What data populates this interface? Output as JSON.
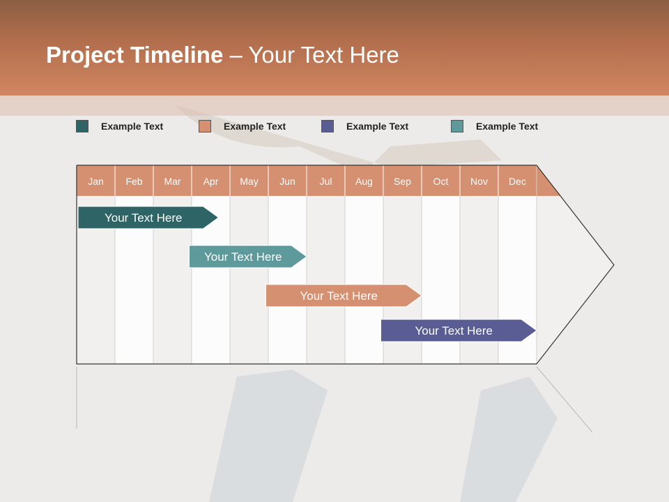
{
  "title": {
    "bold": "Project Timeline",
    "rest": " – Your Text Here"
  },
  "legend": [
    {
      "label": "Example Text",
      "color": "#2e6466"
    },
    {
      "label": "Example Text",
      "color": "#d49070"
    },
    {
      "label": "Example Text",
      "color": "#5a5c94"
    },
    {
      "label": "Example Text",
      "color": "#5e9a9c"
    }
  ],
  "months": [
    "Jan",
    "Feb",
    "Mar",
    "Apr",
    "May",
    "Jun",
    "Jul",
    "Aug",
    "Sep",
    "Oct",
    "Nov",
    "Dec"
  ],
  "tasks": [
    {
      "label": "Your  Text Here",
      "start": 0,
      "end": 3.7,
      "color": "#2e6466"
    },
    {
      "label": "Your  Text Here",
      "start": 2.9,
      "end": 6.0,
      "color": "#5e9a9c"
    },
    {
      "label": "Your  Text Here",
      "start": 4.9,
      "end": 9.0,
      "color": "#d49070"
    },
    {
      "label": "Your  Text Here",
      "start": 7.9,
      "end": 12.0,
      "color": "#5a5c94"
    }
  ],
  "colors": {
    "month_header": "#d49070",
    "column_shade": "#f1f0ef"
  }
}
